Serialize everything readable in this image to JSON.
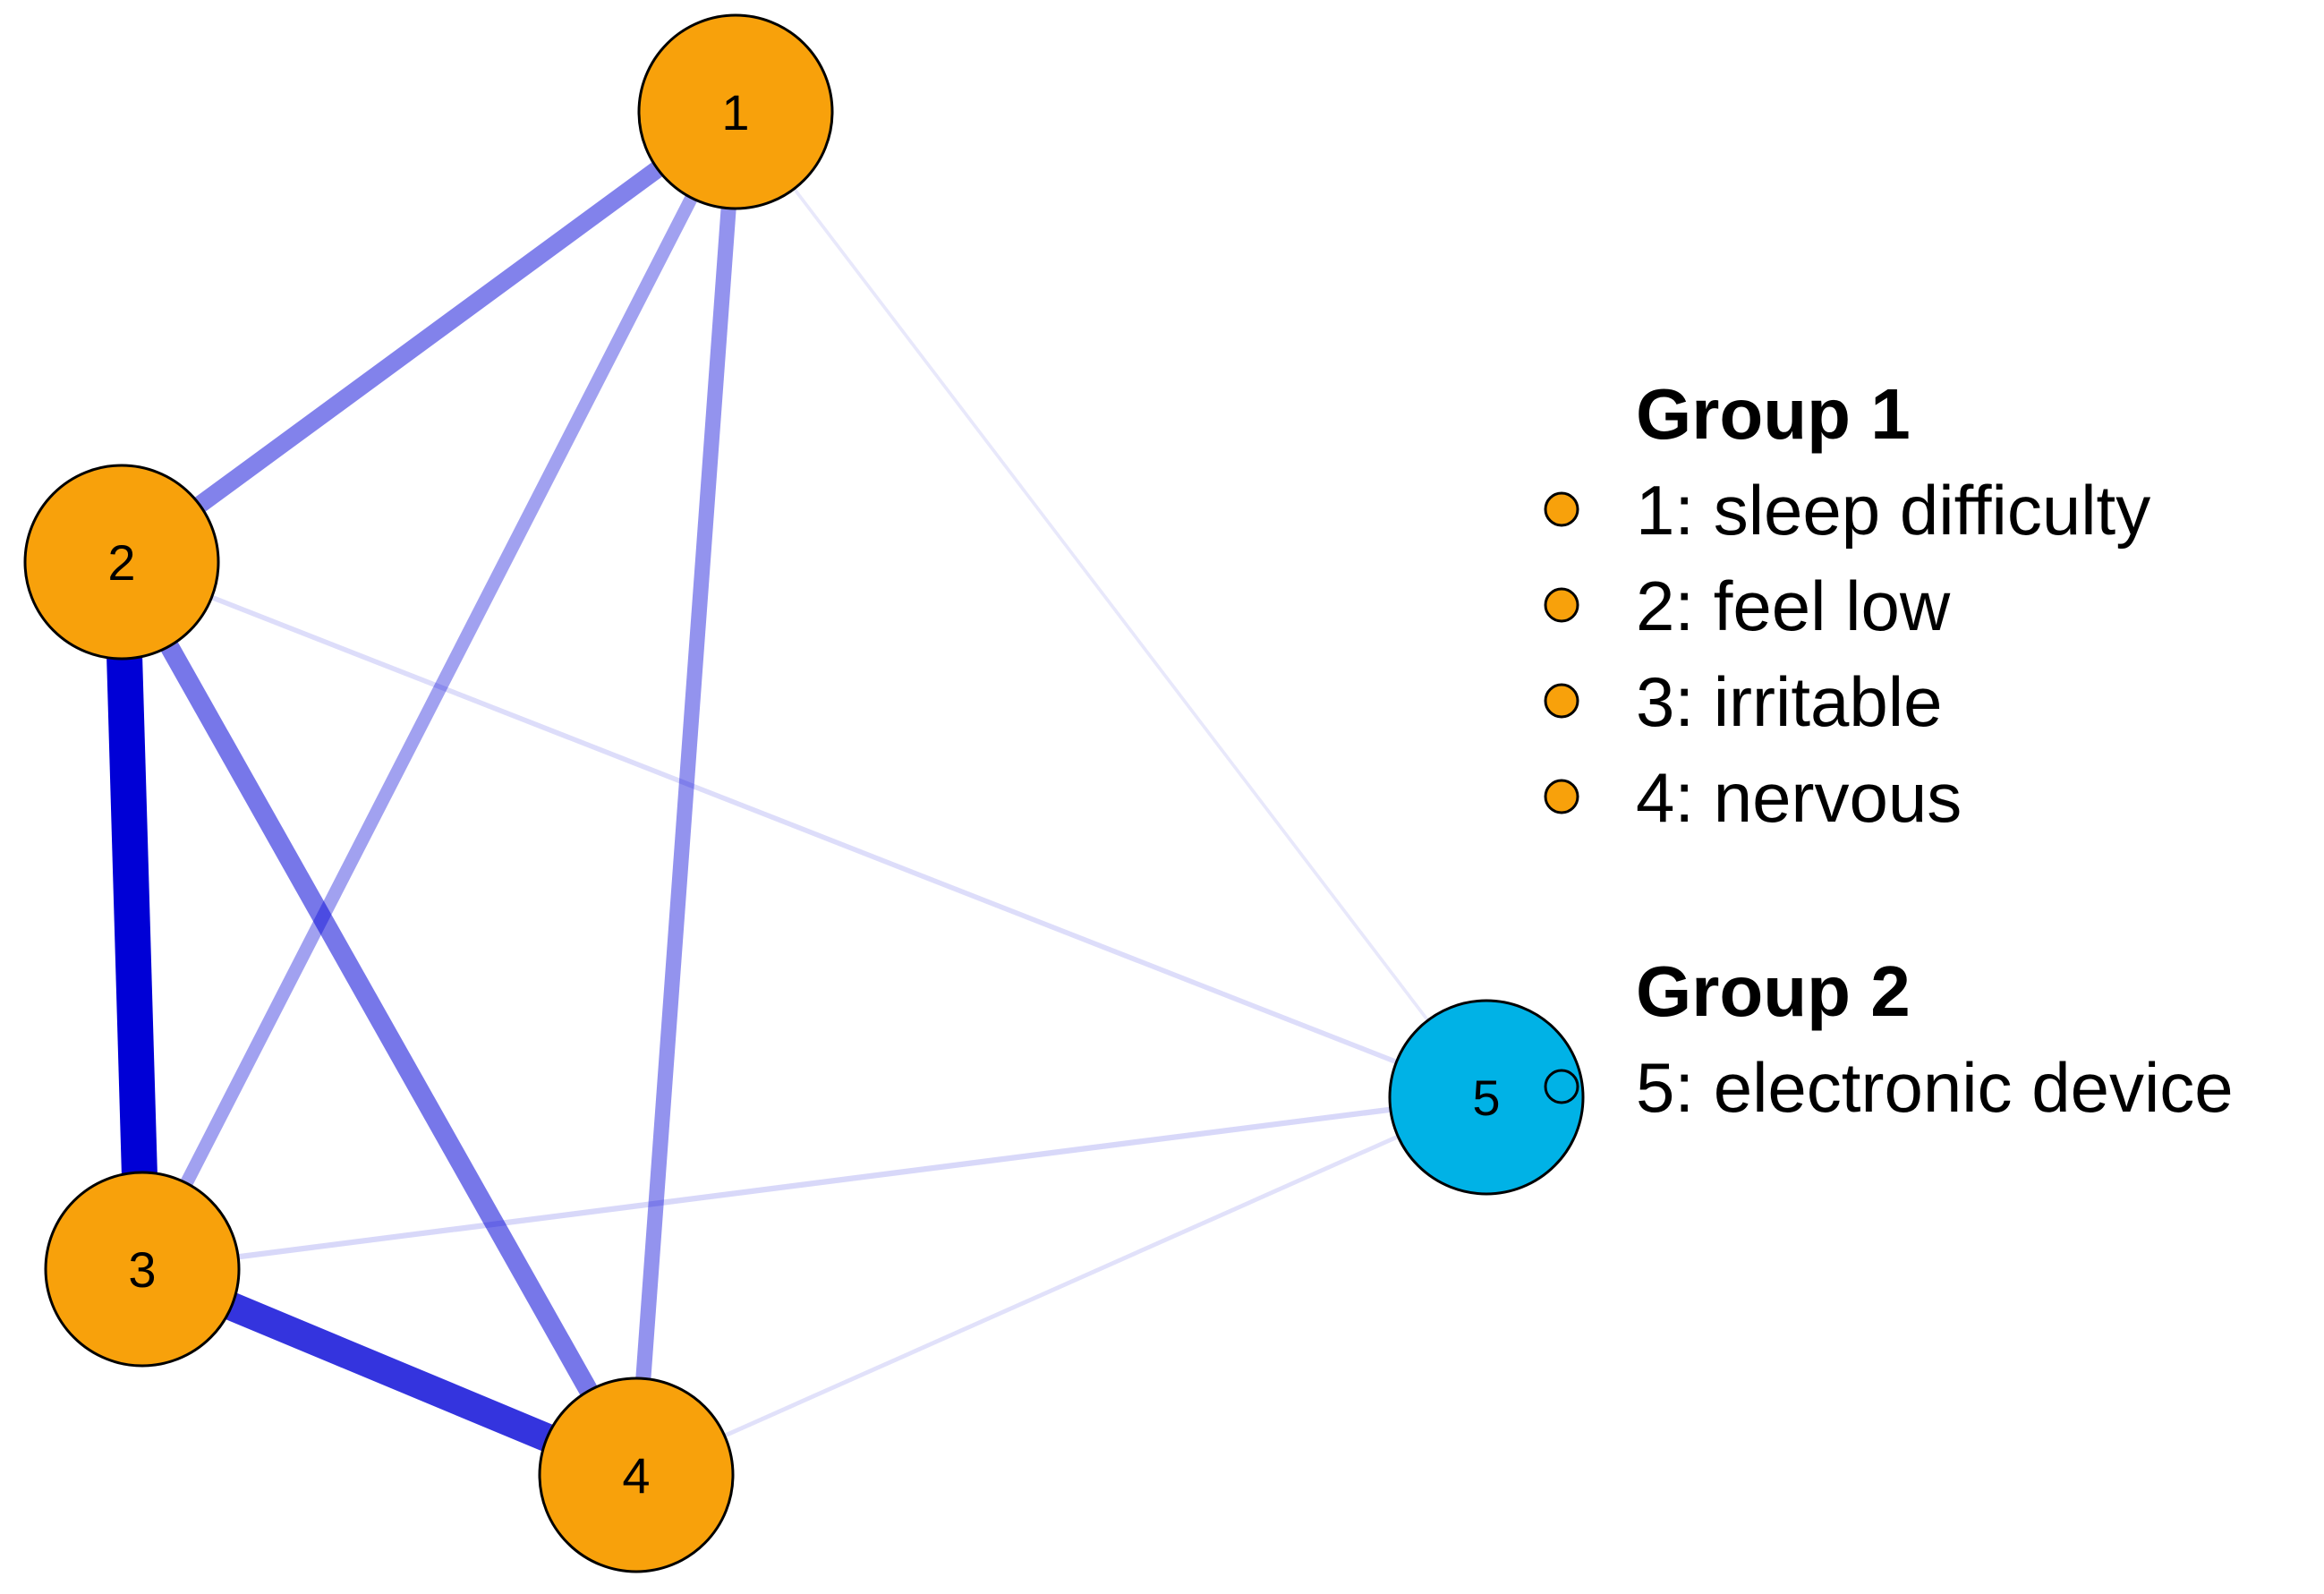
{
  "network": {
    "nodes": [
      {
        "id": "1",
        "label": "1",
        "group": 1,
        "color": "#F8A10B"
      },
      {
        "id": "2",
        "label": "2",
        "group": 1,
        "color": "#F8A10B"
      },
      {
        "id": "3",
        "label": "3",
        "group": 1,
        "color": "#F8A10B"
      },
      {
        "id": "4",
        "label": "4",
        "group": 1,
        "color": "#F8A10B"
      },
      {
        "id": "5",
        "label": "5",
        "group": 2,
        "color": "#00B2E6"
      }
    ],
    "edges": [
      {
        "from": "2",
        "to": "3",
        "weight": 1.0
      },
      {
        "from": "3",
        "to": "4",
        "weight": 0.78
      },
      {
        "from": "2",
        "to": "4",
        "weight": 0.5
      },
      {
        "from": "1",
        "to": "2",
        "weight": 0.45
      },
      {
        "from": "1",
        "to": "4",
        "weight": 0.38
      },
      {
        "from": "1",
        "to": "3",
        "weight": 0.32
      },
      {
        "from": "3",
        "to": "5",
        "weight": 0.09
      },
      {
        "from": "2",
        "to": "5",
        "weight": 0.07
      },
      {
        "from": "4",
        "to": "5",
        "weight": 0.05
      },
      {
        "from": "1",
        "to": "5",
        "weight": 0.02
      }
    ],
    "edge_color": "#0000D6"
  },
  "legend": {
    "groups": [
      {
        "title": "Group 1",
        "color": "#F8A10B",
        "items": [
          "1: sleep difficulty",
          "2: feel low",
          "3: irritable",
          "4: nervous"
        ]
      },
      {
        "title": "Group 2",
        "color": "#00B2E6",
        "items": [
          "5: electronic device"
        ]
      }
    ]
  }
}
